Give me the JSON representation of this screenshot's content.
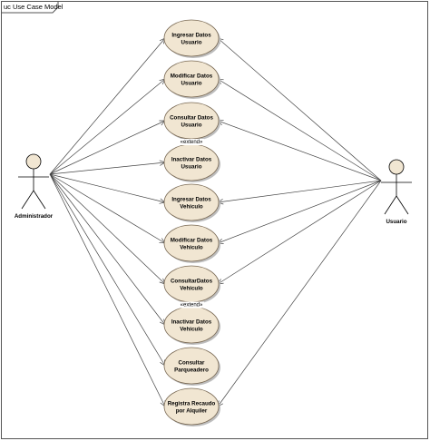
{
  "frame": {
    "label": "uc Use Case Model"
  },
  "actors": [
    {
      "id": "admin",
      "name": "Administrador"
    },
    {
      "id": "user",
      "name": "Usuario"
    }
  ],
  "use_cases": [
    {
      "id": "uc1",
      "lines": [
        "Ingresar Datos",
        "Usuario"
      ]
    },
    {
      "id": "uc2",
      "lines": [
        "Modificar Datos",
        "Usuario"
      ]
    },
    {
      "id": "uc3",
      "lines": [
        "Consultar Datos",
        "Usuario"
      ]
    },
    {
      "id": "uc4",
      "lines": [
        "Inactivar Datos",
        "Usuario"
      ]
    },
    {
      "id": "uc5",
      "lines": [
        "Ingresar Datos",
        "Vehiculo"
      ]
    },
    {
      "id": "uc6",
      "lines": [
        "Modificar Datos",
        "Vehiculo"
      ]
    },
    {
      "id": "uc7",
      "lines": [
        "ConsultarDatos",
        "Vehiculo"
      ]
    },
    {
      "id": "uc8",
      "lines": [
        "Inactivar Datos",
        "Vehiculo"
      ]
    },
    {
      "id": "uc9",
      "lines": [
        "Consultar",
        "Parqueadero"
      ]
    },
    {
      "id": "uc10",
      "lines": [
        "Registra Recaudo",
        "por Alquiler"
      ]
    }
  ],
  "extends": [
    {
      "from": "uc4",
      "to": "uc3",
      "label": "«extend»"
    },
    {
      "from": "uc8",
      "to": "uc7",
      "label": "«extend»"
    }
  ],
  "associations": {
    "admin": [
      "uc1",
      "uc2",
      "uc3",
      "uc4",
      "uc5",
      "uc6",
      "uc7",
      "uc8",
      "uc9",
      "uc10"
    ],
    "user": [
      "uc1",
      "uc2",
      "uc3",
      "uc5",
      "uc6",
      "uc7",
      "uc10"
    ]
  },
  "colors": {
    "use_case_fill": "#f1e6d2",
    "use_case_stroke": "#7a6a55",
    "line": "#444444"
  }
}
